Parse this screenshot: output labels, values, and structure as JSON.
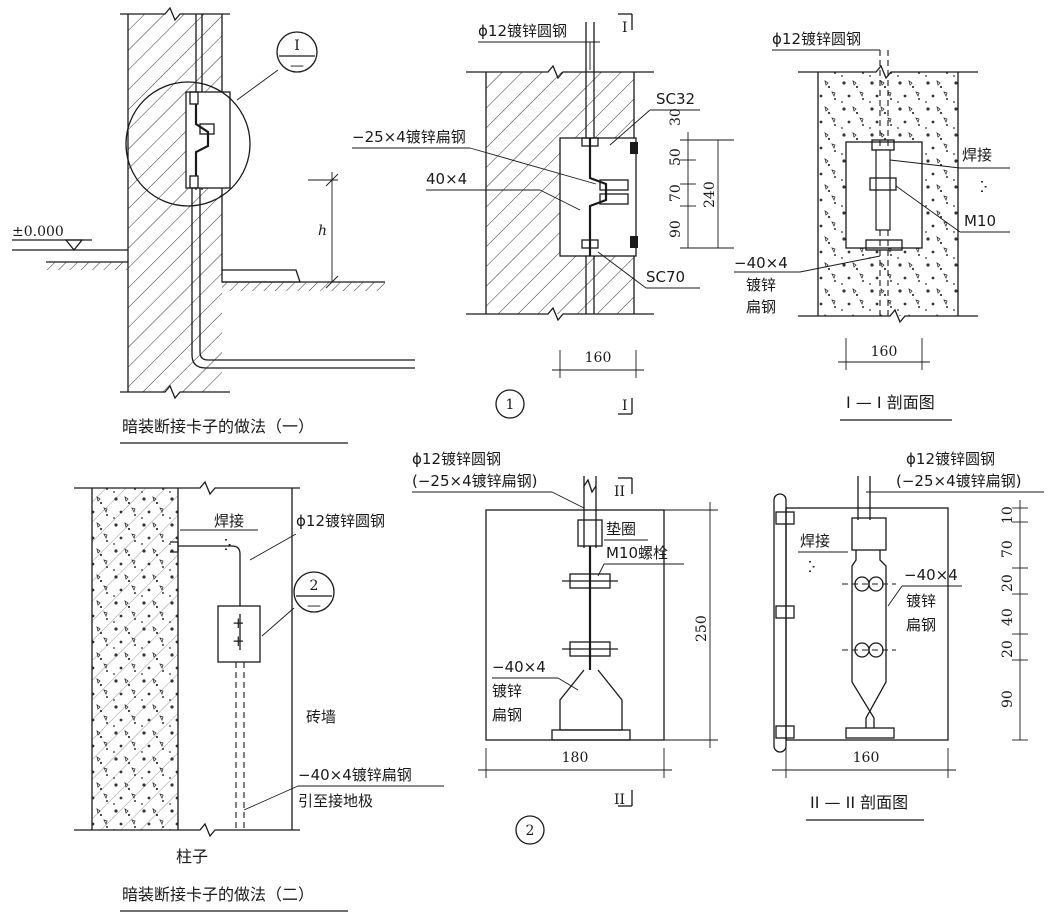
{
  "d1": {
    "ref_num": "I",
    "ref_den": "—",
    "elevation": "±0.000",
    "h_label": "h",
    "caption": "暗装断接卡子的做法（一）"
  },
  "d2": {
    "sec_top": "I",
    "sec_bot": "I",
    "round_steel": "ϕ12镀锌圆钢",
    "flat_steel": "−25×4镀锌扁钢",
    "angle": "40×4",
    "sc32": "SC32",
    "sc70": "SC70",
    "dims": [
      "30",
      "50",
      "70",
      "90",
      "240"
    ],
    "width": "160",
    "num": "1"
  },
  "d3": {
    "round_steel": "ϕ12镀锌圆钢",
    "weld": "焊接",
    "bolt": "M10",
    "flat1": "−40×4",
    "flat2": "镀锌",
    "flat3": "扁钢",
    "width": "160",
    "caption": "I — I 剖面图"
  },
  "d4": {
    "weld": "焊接",
    "round_steel": "ϕ12镀锌圆钢",
    "ref_num": "2",
    "ref_den": "—",
    "brick": "砖墙",
    "flat_note1": "−40×4镀锌扁钢",
    "flat_note2": "引至接地极",
    "column": "柱子",
    "caption": "暗装断接卡子的做法（二）"
  },
  "d5": {
    "round1": "ϕ12镀锌圆钢",
    "round2": "(−25×4镀锌扁钢)",
    "sec_top": "II",
    "sec_bot": "II",
    "washer": "垫圈",
    "bolt": "M10螺栓",
    "flat1": "−40×4",
    "flat2": "镀锌",
    "flat3": "扁钢",
    "height": "250",
    "width": "180",
    "num": "2"
  },
  "d6": {
    "round1": "ϕ12镀锌圆钢",
    "round2": "(−25×4镀锌扁钢)",
    "weld": "焊接",
    "flat1": "−40×4",
    "flat2": "镀锌",
    "flat3": "扁钢",
    "dims": [
      "10",
      "70",
      "20",
      "40",
      "20",
      "90"
    ],
    "width": "160",
    "caption": "II — II 剖面图"
  }
}
